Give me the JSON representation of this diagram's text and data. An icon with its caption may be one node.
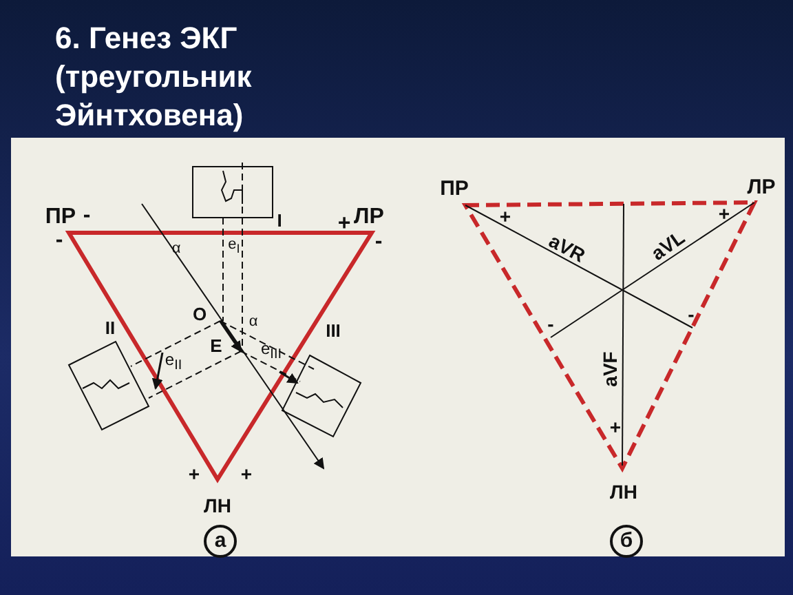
{
  "diagram": {
    "title": "6. Генез ЭКГ (треугольник Эйнтховена)",
    "labels": [
      "ПР",
      "-",
      "-",
      "I",
      "+",
      "ЛР",
      "-",
      "α",
      "e$_{I}$",
      "O",
      "α",
      "II",
      "III",
      "E",
      "e$_{II}$",
      "e$_{III}$",
      "+",
      "+",
      "ЛН",
      "а",
      "ПР",
      "ЛР",
      "+",
      "+",
      "aVR",
      "aVL",
      "-",
      "-",
      "aVF",
      "+",
      "ЛН",
      "б"
    ]
  }
}
